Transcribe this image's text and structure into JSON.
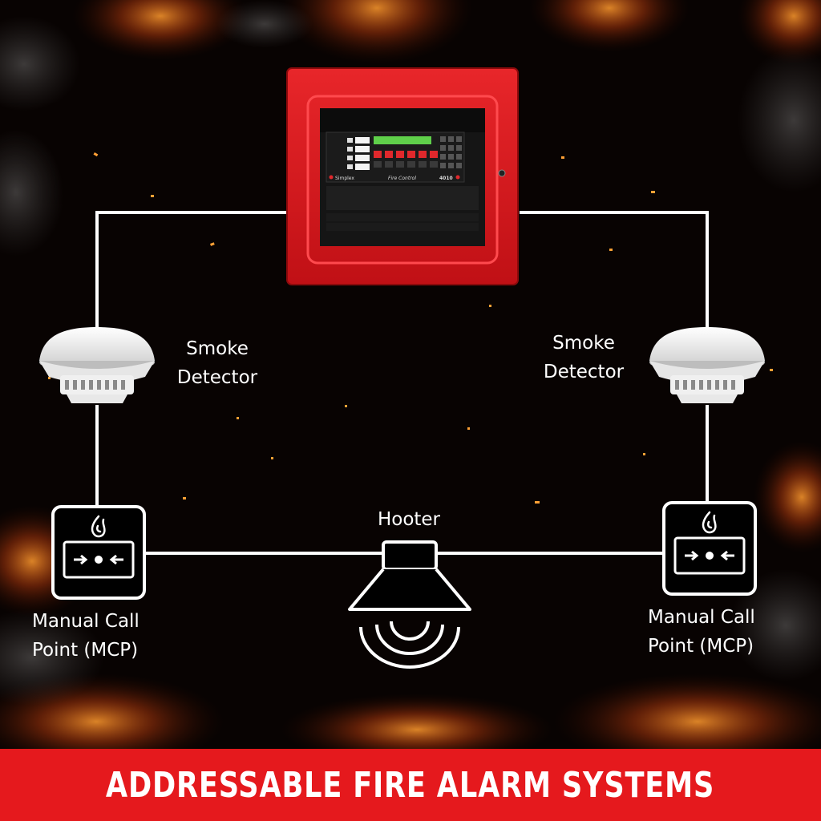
{
  "colors": {
    "background": "#000000",
    "banner": "#e5191d",
    "panel": "#d8161b",
    "wire": "#ffffff",
    "fire": "#ff7a1a"
  },
  "panel": {
    "name": "fire-alarm-control-panel",
    "brand": "Simplex",
    "display_caption": "Fire Control",
    "model": "4010"
  },
  "labels": {
    "smoke_left": [
      "Smoke",
      "Detector"
    ],
    "smoke_right": [
      "Smoke",
      "Detector"
    ],
    "hooter": "Hooter",
    "mcp_left": [
      "Manual Call",
      "Point (MCP)"
    ],
    "mcp_right": [
      "Manual Call",
      "Point (MCP)"
    ]
  },
  "icons": [
    "fire-alarm-panel-icon",
    "smoke-detector-icon",
    "manual-call-point-icon",
    "hooter-icon",
    "flame-icon"
  ],
  "banner": {
    "text": "ADDRESSABLE FIRE ALARM SYSTEMS"
  }
}
